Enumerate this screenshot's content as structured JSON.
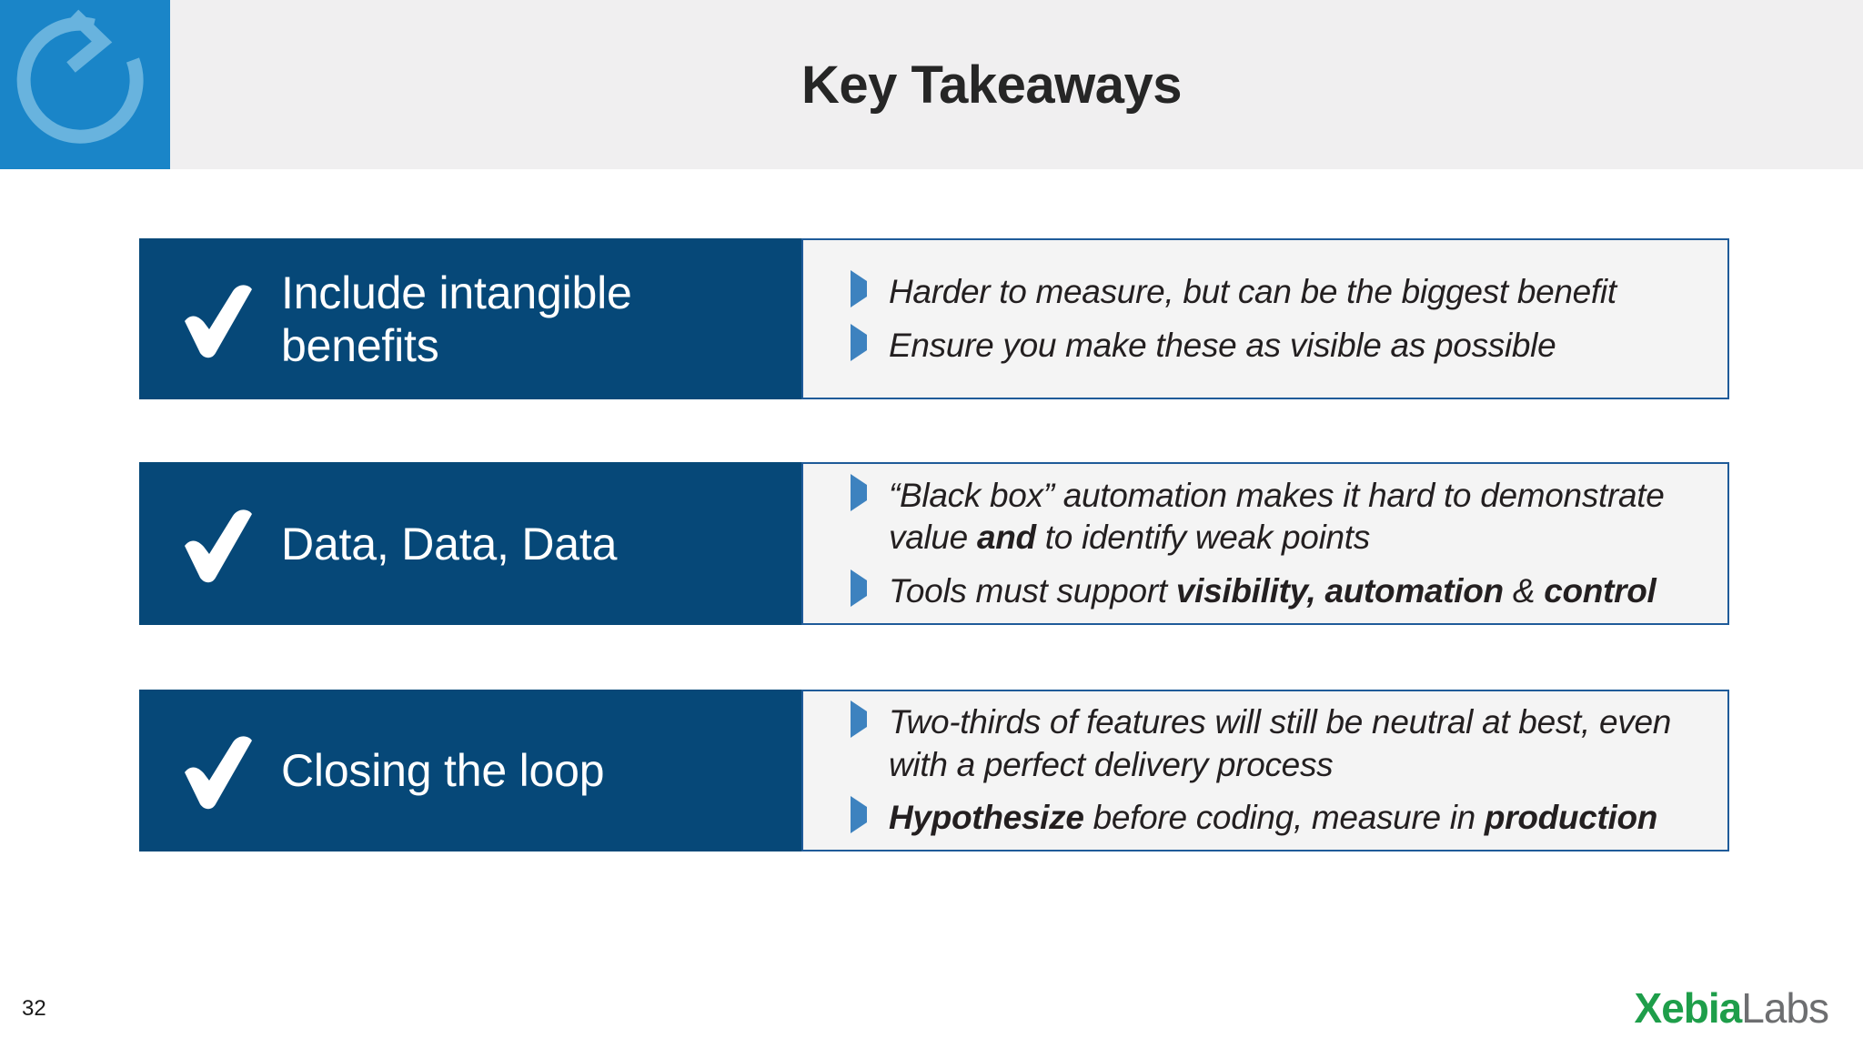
{
  "header": {
    "title": "Key Takeaways",
    "logo_icon": "circular-arrow-loop-icon",
    "band_color": "#f0eff0",
    "logo_color": "#1a85c8"
  },
  "theme": {
    "panel_blue": "#064878",
    "bullet_marker_blue": "#3d82bf",
    "bullet_panel_bg": "#f4f4f4",
    "bullet_panel_border": "#1f5b99",
    "title_color": "#262626"
  },
  "rows": [
    {
      "check_icon": "checkmark-icon",
      "label": "Include intangible benefits",
      "bullets": [
        {
          "marker": "triangle-right-icon",
          "segments": [
            {
              "text": "Harder to measure, but can be the biggest benefit",
              "bold": false
            }
          ]
        },
        {
          "marker": "triangle-right-icon",
          "segments": [
            {
              "text": "Ensure you make these as visible as possible",
              "bold": false
            }
          ]
        }
      ]
    },
    {
      "check_icon": "checkmark-icon",
      "label": "Data, Data, Data",
      "bullets": [
        {
          "marker": "triangle-right-icon",
          "segments": [
            {
              "text": "“Black box” automation makes it hard to demonstrate value ",
              "bold": false
            },
            {
              "text": "and",
              "bold": true
            },
            {
              "text": " to identify weak points",
              "bold": false
            }
          ]
        },
        {
          "marker": "triangle-right-icon",
          "segments": [
            {
              "text": "Tools must support ",
              "bold": false
            },
            {
              "text": "visibility, automation",
              "bold": true
            },
            {
              "text": " & ",
              "bold": false
            },
            {
              "text": "control",
              "bold": true
            }
          ]
        }
      ]
    },
    {
      "check_icon": "checkmark-icon",
      "label": "Closing the loop",
      "bullets": [
        {
          "marker": "triangle-right-icon",
          "segments": [
            {
              "text": "Two-thirds of features will still be neutral at best, even with a perfect delivery process",
              "bold": false
            }
          ]
        },
        {
          "marker": "triangle-right-icon",
          "segments": [
            {
              "text": "Hypothesize",
              "bold": true
            },
            {
              "text": " before coding, measure in ",
              "bold": false
            },
            {
              "text": "production",
              "bold": true
            }
          ]
        }
      ]
    }
  ],
  "footer": {
    "page_number": "32",
    "brand_primary": "Xebia",
    "brand_secondary": "Labs",
    "brand_primary_color": "#1e9e4a",
    "brand_secondary_color": "#6d6e70"
  }
}
